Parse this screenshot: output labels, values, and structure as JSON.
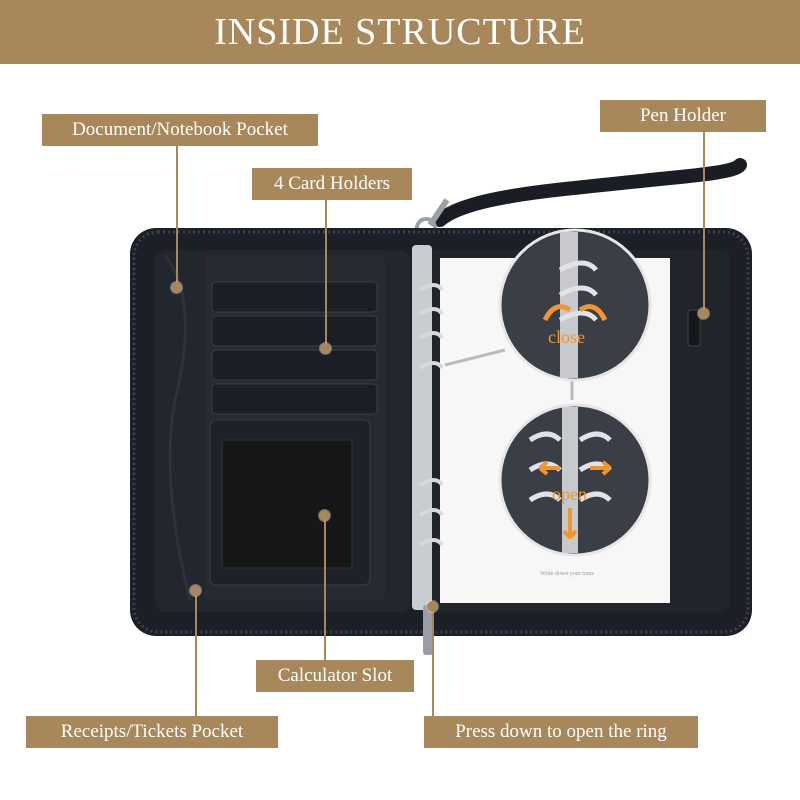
{
  "title": "INSIDE STRUCTURE",
  "labels": {
    "document_pocket": "Document/Notebook Pocket",
    "pen_holder": "Pen Holder",
    "card_holders": "4 Card Holders",
    "calculator_slot": "Calculator Slot",
    "receipts_pocket": "Receipts/Tickets Pocket",
    "press_ring": "Press down to open the ring"
  },
  "ring_states": {
    "close": "close",
    "open": "open"
  },
  "page_caption": "Write down your tours",
  "colors": {
    "accent": "#a8885a",
    "leather": "#1b1f26",
    "zipper": "#23283a",
    "arrow": "#f0962d"
  }
}
